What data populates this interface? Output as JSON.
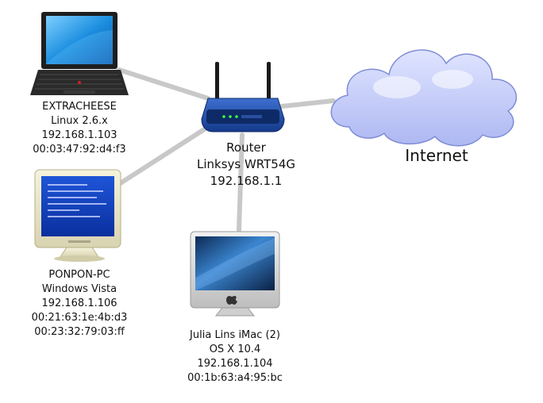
{
  "router": {
    "name": "Router",
    "model": "Linksys WRT54G",
    "ip": "192.168.1.1"
  },
  "internet": {
    "label": "Internet"
  },
  "laptop": {
    "hostname": "EXTRACHEESE",
    "os": "Linux 2.6.x",
    "ip": "192.168.1.103",
    "mac": "00:03:47:92:d4:f3"
  },
  "pc": {
    "hostname": "PONPON-PC",
    "os": "Windows Vista",
    "ip": "192.168.1.106",
    "mac1": "00:21:63:1e:4b:d3",
    "mac2": "00:23:32:79:03:ff"
  },
  "imac": {
    "hostname": "Julia Lins iMac (2)",
    "os": "OS X 10.4",
    "ip": "192.168.1.104",
    "mac": "00:1b:63:a4:95:bc"
  },
  "icons": {
    "laptop": "laptop-icon",
    "crt": "crt-monitor-icon",
    "imac": "imac-icon",
    "router": "router-icon",
    "cloud": "cloud-icon"
  }
}
